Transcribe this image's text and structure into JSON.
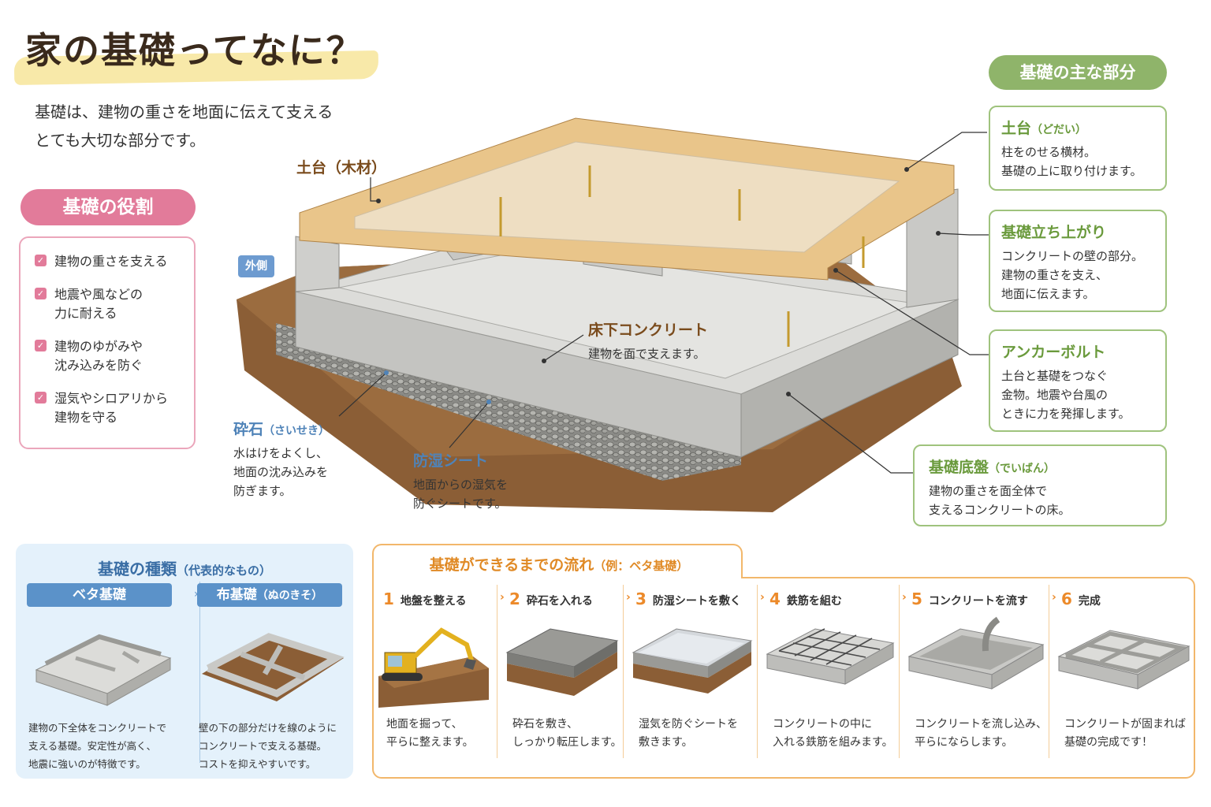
{
  "header": {
    "title": "家の基礎ってなに？",
    "intro": "基礎は、建物の重さを地面に伝えて支える\nとても大切な部分です。"
  },
  "roles": {
    "title": "基礎の役割",
    "items": [
      {
        "text": "建物の重さを支える"
      },
      {
        "text": "地震や風などの\n力に耐える"
      },
      {
        "text": "建物のゆがみや\n沈み込みを防ぐ"
      },
      {
        "text": "湿気やシロアリから\n建物を守る"
      }
    ]
  },
  "diagram": {
    "outer_label": "外側",
    "dodai_label": "土台（木材）",
    "floor_concrete": {
      "title": "床下コンクリート",
      "desc": "建物を面で支えます。"
    },
    "gravel": {
      "title": "砕石",
      "reading": "（さいせき）",
      "desc": "水はけをよくし、\n地面の沈み込みを\n防ぎます。"
    },
    "moisture_sheet": {
      "title": "防湿シート",
      "desc": "地面からの湿気を\n防ぐシートです。"
    }
  },
  "main_parts": {
    "title": "基礎の主な部分",
    "items": [
      {
        "title": "土台",
        "reading": "（どだい）",
        "desc": "柱をのせる横材。\n基礎の上に取り付けます。"
      },
      {
        "title": "基礎立ち上がり",
        "reading": "",
        "desc": "コンクリートの壁の部分。\n建物の重さを支え、\n地面に伝えます。"
      },
      {
        "title": "アンカーボルト",
        "reading": "",
        "desc": "土台と基礎をつなぐ\n金物。地震や台風の\nときに力を発揮します。"
      },
      {
        "title": "基礎底盤",
        "reading": "（でいばん）",
        "desc": "建物の重さを面全体で\n支えるコンクリートの床。"
      }
    ]
  },
  "types": {
    "title": "基礎の種類",
    "subtitle": "（代表的なもの）",
    "items": [
      {
        "name": "ベタ基礎",
        "reading": "",
        "desc": "建物の下全体をコンクリートで\n支える基礎。安定性が高く、\n地震に強いのが特徴です。"
      },
      {
        "name": "布基礎",
        "reading": "（ぬのきそ）",
        "desc": "壁の下の部分だけを線のように\nコンクリートで支える基礎。\nコストを抑えやすいです。"
      }
    ]
  },
  "flow": {
    "title": "基礎ができるまでの流れ",
    "subtitle": "（例：ベタ基礎）",
    "steps": [
      {
        "num": "1",
        "label": "地盤を整える",
        "desc": "地面を掘って、\n平らに整えます。"
      },
      {
        "num": "2",
        "label": "砕石を入れる",
        "desc": "砕石を敷き、\nしっかり転圧します。"
      },
      {
        "num": "3",
        "label": "防湿シートを敷く",
        "desc": "湿気を防ぐシートを\n敷きます。"
      },
      {
        "num": "4",
        "label": "鉄筋を組む",
        "desc": "コンクリートの中に\n入れる鉄筋を組みます。"
      },
      {
        "num": "5",
        "label": "コンクリートを流す",
        "desc": "コンクリートを流し込み、\n平らにならします。"
      },
      {
        "num": "6",
        "label": "完成",
        "desc": "コンクリートが固まれば\n基礎の完成です！"
      }
    ]
  },
  "colors": {
    "pink": "#e27b9a",
    "green": "#8fb46a",
    "blue": "#5b92c9",
    "orange": "#ec8a2a",
    "wood": "#e9c58a",
    "concrete": "#d6d6d4"
  }
}
